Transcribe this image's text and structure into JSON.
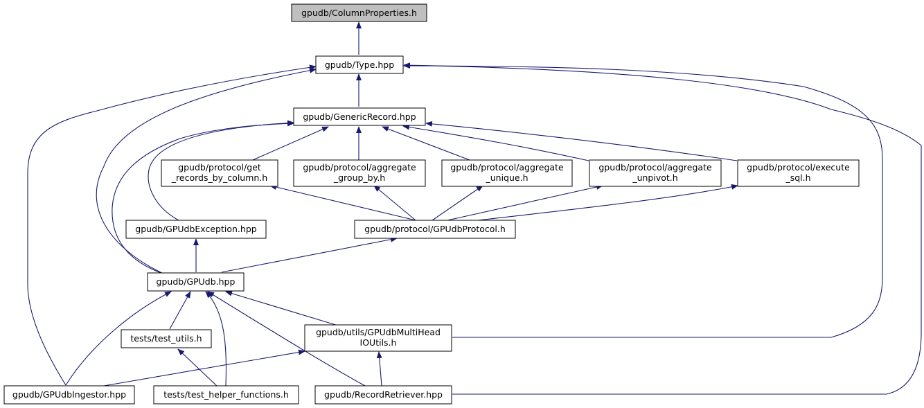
{
  "diagram": {
    "type": "include-dependency-graph",
    "colors": {
      "edge": "#191970",
      "root_fill": "#bfbfbf",
      "node_fill": "#ffffff",
      "border": "#000000"
    },
    "nodes": {
      "column_properties": [
        "gpudb/ColumnProperties.h"
      ],
      "type_hpp": [
        "gpudb/Type.hpp"
      ],
      "generic_record": [
        "gpudb/GenericRecord.hpp"
      ],
      "get_records_by_column": [
        "gpudb/protocol/get",
        "_records_by_column.h"
      ],
      "aggregate_group_by": [
        "gpudb/protocol/aggregate",
        "_group_by.h"
      ],
      "aggregate_unique": [
        "gpudb/protocol/aggregate",
        "_unique.h"
      ],
      "aggregate_unpivot": [
        "gpudb/protocol/aggregate",
        "_unpivot.h"
      ],
      "execute_sql": [
        "gpudb/protocol/execute",
        "_sql.h"
      ],
      "gpudb_exception": [
        "gpudb/GPUdbException.hpp"
      ],
      "gpudb_protocol": [
        "gpudb/protocol/GPUdbProtocol.h"
      ],
      "gpudb_hpp": [
        "gpudb/GPUdb.hpp"
      ],
      "test_utils": [
        "tests/test_utils.h"
      ],
      "multihead_ioutils": [
        "gpudb/utils/GPUdbMultiHead",
        "IOUtils.h"
      ],
      "gpudb_ingestor": [
        "gpudb/GPUdbIngestor.hpp"
      ],
      "test_helper_functions": [
        "tests/test_helper_functions.h"
      ],
      "record_retriever": [
        "gpudb/RecordRetriever.hpp"
      ]
    },
    "edges": [
      [
        "type_hpp",
        "column_properties"
      ],
      [
        "generic_record",
        "type_hpp"
      ],
      [
        "gpudb_hpp",
        "type_hpp"
      ],
      [
        "gpudb_ingestor",
        "type_hpp"
      ],
      [
        "multihead_ioutils",
        "type_hpp"
      ],
      [
        "record_retriever",
        "type_hpp"
      ],
      [
        "get_records_by_column",
        "generic_record"
      ],
      [
        "aggregate_group_by",
        "generic_record"
      ],
      [
        "aggregate_unique",
        "generic_record"
      ],
      [
        "aggregate_unpivot",
        "generic_record"
      ],
      [
        "execute_sql",
        "generic_record"
      ],
      [
        "gpudb_exception",
        "generic_record"
      ],
      [
        "gpudb_hpp",
        "generic_record"
      ],
      [
        "gpudb_protocol",
        "get_records_by_column"
      ],
      [
        "gpudb_protocol",
        "aggregate_group_by"
      ],
      [
        "gpudb_protocol",
        "aggregate_unique"
      ],
      [
        "gpudb_protocol",
        "aggregate_unpivot"
      ],
      [
        "gpudb_protocol",
        "execute_sql"
      ],
      [
        "gpudb_hpp",
        "gpudb_exception"
      ],
      [
        "gpudb_hpp",
        "gpudb_protocol"
      ],
      [
        "gpudb_ingestor",
        "gpudb_hpp"
      ],
      [
        "test_utils",
        "gpudb_hpp"
      ],
      [
        "test_helper_functions",
        "gpudb_hpp"
      ],
      [
        "record_retriever",
        "gpudb_hpp"
      ],
      [
        "multihead_ioutils",
        "gpudb_hpp"
      ],
      [
        "test_helper_functions",
        "test_utils"
      ],
      [
        "gpudb_ingestor",
        "multihead_ioutils"
      ],
      [
        "record_retriever",
        "multihead_ioutils"
      ]
    ]
  }
}
